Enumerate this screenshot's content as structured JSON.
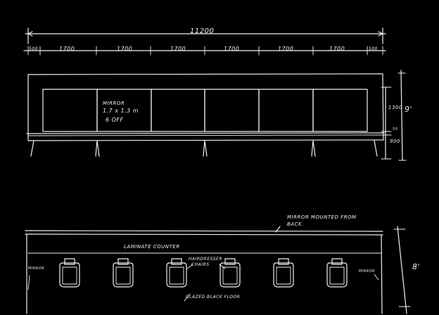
{
  "drawing": {
    "elevation": {
      "overall_dimension": "11200",
      "bay_dimensions": [
        "500",
        "1700",
        "1700",
        "1700",
        "1700",
        "1700",
        "1700",
        "500"
      ],
      "mirror_label": [
        "MIRROR",
        "1.7 x 1.3 m",
        "6 OFF"
      ],
      "height_dimensions": [
        "1300",
        "50",
        "900"
      ],
      "total_height": "9'"
    },
    "plan": {
      "note_mirror_mounted": [
        "MIRROR MOUNTED FROM",
        "BACK."
      ],
      "label_counter": "LAMINATE COUNTER",
      "label_chairs": [
        "HAIRDRESSER",
        "CHAIRS"
      ],
      "label_floor": "GLAZED BLACK FLOOR",
      "label_mirror_left": "MIRROR",
      "label_mirror_right": "MIRROR",
      "height_dimension": "8'"
    }
  }
}
